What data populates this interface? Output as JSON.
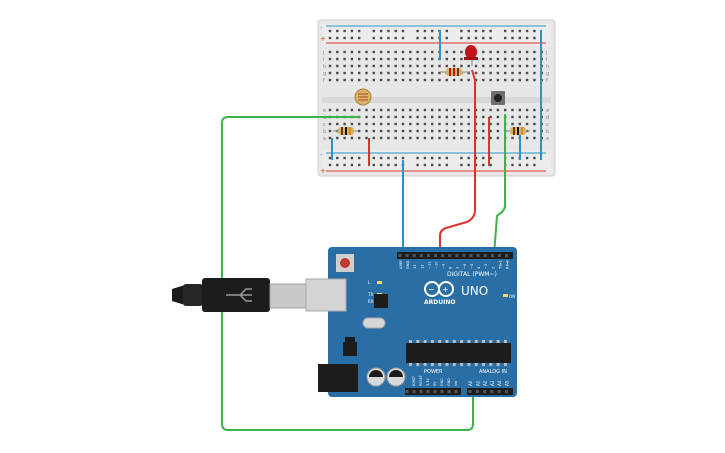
{
  "board": {
    "logo_text": "ARDUINO",
    "model_text": "UNO",
    "digital_label": "DIGITAL (PWM~)",
    "power_label": "POWER",
    "analog_label": "ANALOG IN",
    "led_labels": [
      "L",
      "TX",
      "RX"
    ],
    "on_label": "ON",
    "digital_pins": [
      "AREF",
      "GND",
      "13",
      "12",
      "~11",
      "~10",
      "~9",
      "8",
      "7",
      "~6",
      "~5",
      "4",
      "~3",
      "2",
      "TX▸1",
      "RX◂0"
    ],
    "power_pins": [
      "IOREF",
      "RESET",
      "3.3V",
      "5V",
      "GND",
      "GND",
      "Vin"
    ],
    "analog_pins": [
      "A0",
      "A1",
      "A2",
      "A3",
      "A4",
      "A5"
    ]
  },
  "breadboard": {
    "row_letters_top": [
      "j",
      "i",
      "h",
      "g",
      "f"
    ],
    "row_letters_bottom": [
      "e",
      "d",
      "c",
      "b",
      "a"
    ],
    "rail_plus": "+",
    "rail_minus": "-",
    "column_count": 30
  },
  "colors": {
    "board": "#2a6ea6",
    "board_dark": "#1f5886",
    "breadboard": "#e7e7e7",
    "wire_green": "#3cb44b",
    "wire_red": "#e0302d",
    "wire_blue": "#2b93c8",
    "led_red": "#c0151a"
  }
}
